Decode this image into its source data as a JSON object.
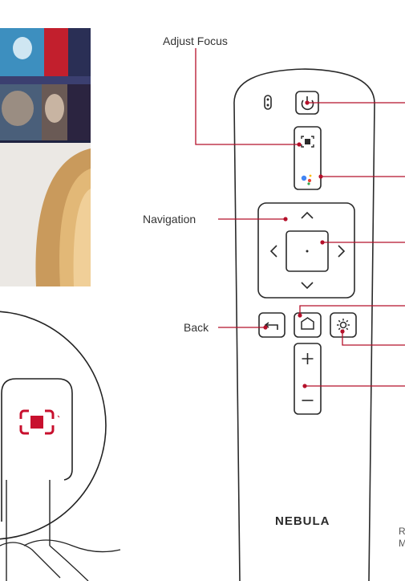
{
  "callouts": {
    "adjust_focus": "Adjust Focus",
    "navigation": "Navigation",
    "back": "Back"
  },
  "remote": {
    "brand": "NEBULA",
    "buttons": {
      "power": "power-icon",
      "focus": "focus-icon",
      "assistant": "assistant-icon",
      "up": "chevron-up-icon",
      "down": "chevron-down-icon",
      "left": "chevron-left-icon",
      "right": "chevron-right-icon",
      "ok": "ok-dot-icon",
      "back": "back-arrow-icon",
      "home": "home-icon",
      "settings": "gear-icon",
      "volume_up": "+",
      "volume_down": "−"
    }
  },
  "right_edge_text": [
    "R",
    "M"
  ],
  "colors": {
    "callout_line": "#b5102a",
    "focus_red": "#c8102e",
    "outline": "#2a2a2a"
  }
}
